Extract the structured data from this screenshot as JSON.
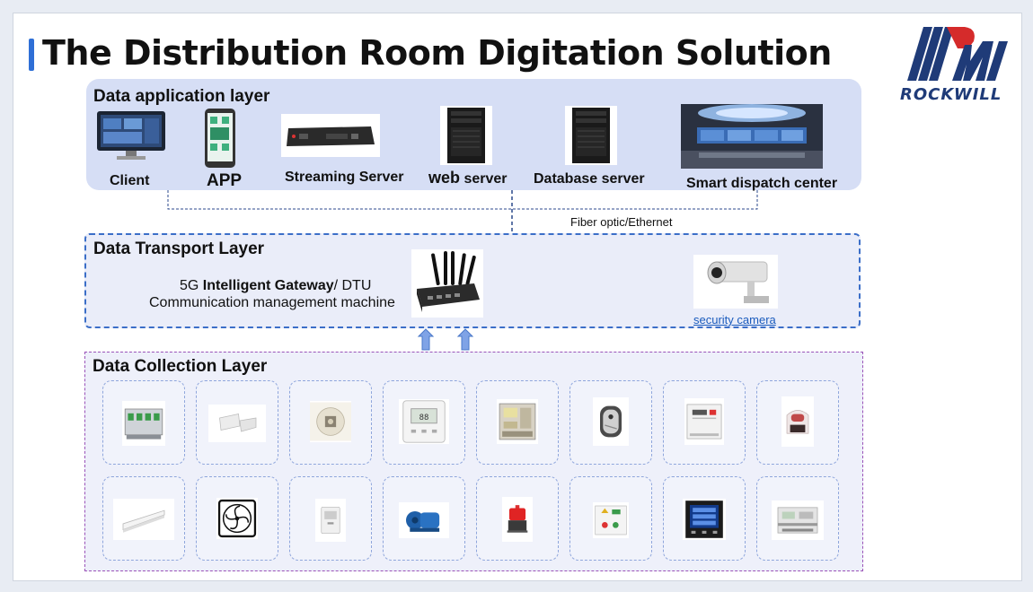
{
  "title": "The Distribution Room Digitation Solution",
  "logo": {
    "text": "ROCKWILL",
    "icon": "rockwill-logo-icon"
  },
  "application_layer": {
    "title": "Data application layer",
    "items": [
      {
        "label": "Client",
        "icon": "monitor-icon"
      },
      {
        "label": "APP",
        "icon": "smartphone-icon"
      },
      {
        "label": "Streaming Server",
        "icon": "streaming-server-icon"
      },
      {
        "label_bold": "web",
        "label_rest": " server",
        "icon": "tower-server-icon"
      },
      {
        "label": "Database server",
        "icon": "tower-server-icon"
      },
      {
        "label": "Smart dispatch center",
        "icon": "dispatch-center-icon"
      }
    ]
  },
  "connector": {
    "label": "Fiber optic/Ethernet"
  },
  "transport_layer": {
    "title": "Data Transport Layer",
    "line1_pre": "5G ",
    "line1_bold": "Intelligent Gateway",
    "line1_post": "/ DTU",
    "line2": "Communication management machine",
    "gateway_icon": "5g-gateway-icon",
    "camera_label": "security camera",
    "camera_icon": "security-camera-icon"
  },
  "collection_layer": {
    "title": "Data Collection Layer",
    "devices_row1": [
      "din-rail-module-icon",
      "door-sensor-icon",
      "smoke-detector-icon",
      "thermostat-icon",
      "meter-panel-icon",
      "water-leak-sensor-icon",
      "controller-box-icon",
      "sound-light-alarm-icon"
    ],
    "devices_row2": [
      "led-light-bar-icon",
      "ventilation-fan-icon",
      "dehumidifier-icon",
      "water-pump-icon",
      "alarm-beacon-icon",
      "switch-box-icon",
      "power-meter-icon",
      "energy-meter-icon"
    ]
  },
  "colors": {
    "accent": "#2f6fd6",
    "app_bg": "#d6def5",
    "transport_border": "#3b6ec8",
    "collection_border": "#9a52b8",
    "logo_blue": "#1f3b78",
    "logo_red": "#d52b2b"
  }
}
